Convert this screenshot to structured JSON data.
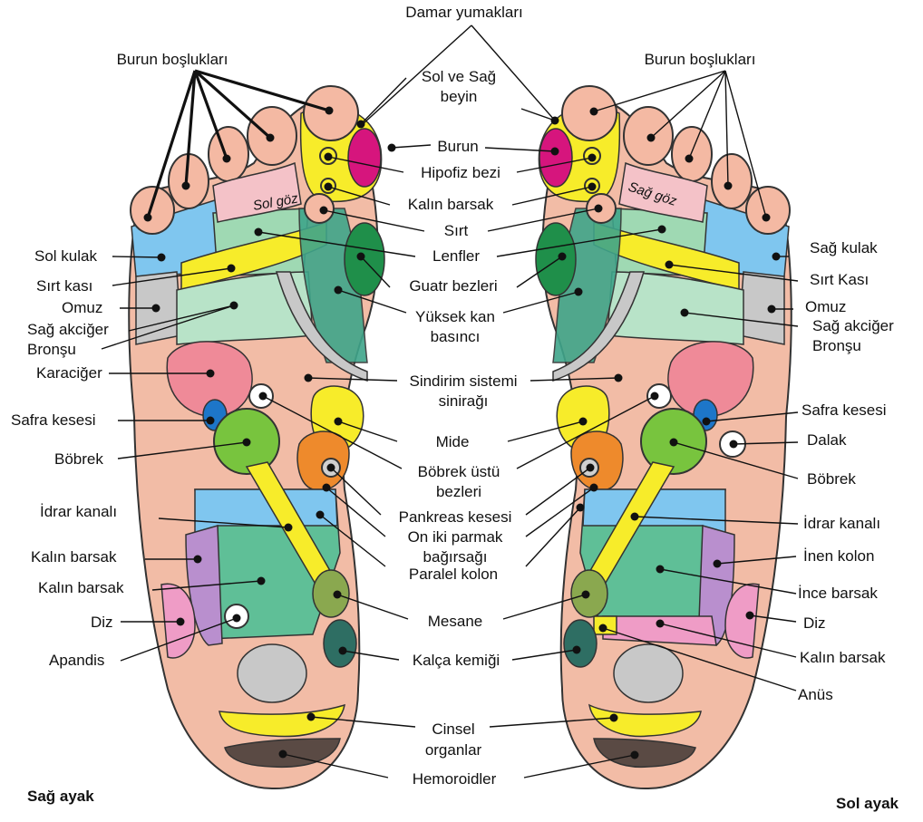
{
  "labels": {
    "damar_yumaklari": "Damar yumakları",
    "burun_bosluklari_left": "Burun boşlukları",
    "burun_bosluklari_right": "Burun boşlukları",
    "sol_ve_sag_beyin_1": "Sol ve Sağ",
    "sol_ve_sag_beyin_2": "beyin",
    "burun": "Burun",
    "hipofiz_bezi": "Hipofiz bezi",
    "kalin_barsak_top": "Kalın barsak",
    "sirt": "Sırt",
    "lenfler": "Lenfler",
    "guatr_bezleri": "Guatr bezleri",
    "yuksek_kan_1": "Yüksek kan",
    "yuksek_kan_2": "basıncı",
    "sindirim_1": "Sindirim sistemi",
    "sindirim_2": "sinirağı",
    "mide": "Mide",
    "bobrek_ustu_1": "Böbrek üstü",
    "bobrek_ustu_2": "bezleri",
    "pankreas_kesesi": "Pankreas kesesi",
    "on_iki_1": "On iki parmak",
    "on_iki_2": "bağırsağı",
    "paralel_kolon": "Paralel kolon",
    "mesane": "Mesane",
    "kalca_kemigi": "Kalça kemiği",
    "cinsel_1": "Cinsel",
    "cinsel_2": "organlar",
    "hemoroidler": "Hemoroidler",
    "sol_kulak": "Sol kulak",
    "sirt_kasi_left": "Sırt kası",
    "omuz_left": "Omuz",
    "sag_akciger_left_1": "Sağ akciğer",
    "sag_akciger_left_2": "Bronşu",
    "karaciger": "Karaciğer",
    "safra_kesesi_left": "Safra kesesi",
    "bobrek_left": "Böbrek",
    "idrar_kanali_left": "İdrar kanalı",
    "kalin_barsak_left_1": "Kalın barsak",
    "kalin_barsak_left_2": "Kalın barsak",
    "diz_left": "Diz",
    "apandis": "Apandis",
    "sag_kulak": "Sağ kulak",
    "sirt_kasi_right": "Sırt Kası",
    "omuz_right": "Omuz",
    "sag_akciger_right_1": "Sağ akciğer",
    "sag_akciger_right_2": "Bronşu",
    "safra_kesesi_right": "Safra kesesi",
    "dalak": "Dalak",
    "bobrek_right": "Böbrek",
    "idrar_kanali_right": "İdrar kanalı",
    "inen_kolon": "İnen kolon",
    "ince_barsak": "İnce barsak",
    "diz_right": "Diz",
    "kalin_barsak_right": "Kalın barsak",
    "anus": "Anüs",
    "sol_goz": "Sol göz",
    "sag_goz": "Sağ göz",
    "sag_ayak": "Sağ ayak",
    "sol_ayak": "Sol ayak"
  },
  "colors": {
    "skin": "#f2bca6",
    "toe": "#f4b9a3",
    "outline": "#333333",
    "yellow": "#f7ec2a",
    "magenta": "#d6157d",
    "light_green": "#9fd9b3",
    "mint": "#b8e3c8",
    "green_dark": "#1f8f4a",
    "teal": "#3fa58a",
    "lung": "#a9dcc0",
    "liver": "#ef8a98",
    "kidney": "#78c43e",
    "blue_gall": "#1d76c9",
    "sky": "#7fc6ef",
    "lavender": "#b98fce",
    "pink": "#ef9cc6",
    "grey": "#c8c8c8",
    "orange": "#ee8a2c",
    "olive": "#8aa84f",
    "dark_teal": "#2e6e63",
    "brown_dark": "#5a4a44",
    "intestine": "#5fbf97",
    "salmon_light": "#f4c9b4"
  }
}
